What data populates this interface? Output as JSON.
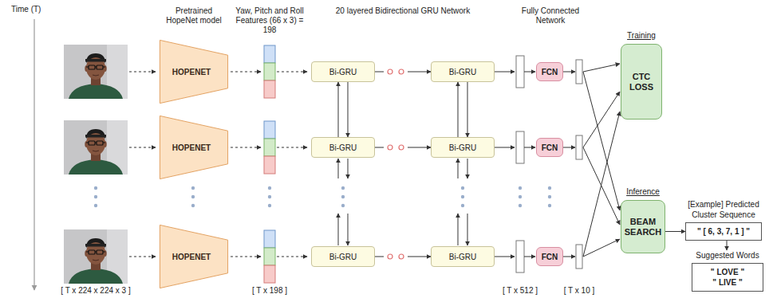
{
  "diagram": {
    "nodes": [
      {
        "text": [
          "HOPENET"
        ]
      },
      {
        "text": [
          "Bi-GRU"
        ]
      },
      {
        "text": [
          "Bi-GRU"
        ]
      },
      {
        "text": [
          "FCN"
        ]
      },
      {
        "text": [
          "Training",
          "CTC LOSS"
        ]
      },
      {
        "text": [
          "HOPENET"
        ]
      },
      {
        "text": [
          "Bi-GRU"
        ]
      },
      {
        "text": [
          "Bi-GRU"
        ]
      },
      {
        "text": [
          "FCN"
        ]
      },
      {
        "text": [
          "Inference",
          "BEAM SEARCH"
        ]
      },
      {
        "text": [
          "[Example] Predicted Cluster Sequence",
          "\" [ 6, 3, 7, 1 ] \""
        ]
      },
      {
        "text": [
          "Suggested Words",
          "\" LOVE \"",
          "\" LIVE \""
        ]
      },
      {
        "text": [
          "HOPENET"
        ]
      },
      {
        "text": [
          "Bi-GRU"
        ]
      },
      {
        "text": [
          "Bi-GRU"
        ]
      },
      {
        "text": [
          "FCN"
        ]
      }
    ],
    "edges": [
      {
        "from": 1,
        "to": 2,
        "arrow": "to"
      },
      {
        "from": 6,
        "to": 7,
        "arrow": "to"
      },
      {
        "from": 13,
        "to": 14,
        "arrow": "to"
      },
      {
        "from": 1,
        "to": 6,
        "arrow": "to"
      },
      {
        "from": 6,
        "to": 1,
        "arrow": "to"
      },
      {
        "from": 2,
        "to": 7,
        "arrow": "to"
      },
      {
        "from": 7,
        "to": 2,
        "arrow": "to"
      },
      {
        "from": 9,
        "to": 10,
        "arrow": "to"
      },
      {
        "from": 10,
        "to": 11,
        "arrow": "to"
      }
    ],
    "labels": [
      "Time (T)",
      "Pretrained HopeNet model",
      "Yaw, Pitch and Roll Features (66 x 3) = 198",
      "20 layered Bidirectional GRU Network",
      "Fully Connected Network",
      "[ T x 224 x 224 x 3 ]",
      "[ T x 198 ]",
      "[ T x 512 ]",
      "[ T x 10 ]"
    ]
  }
}
